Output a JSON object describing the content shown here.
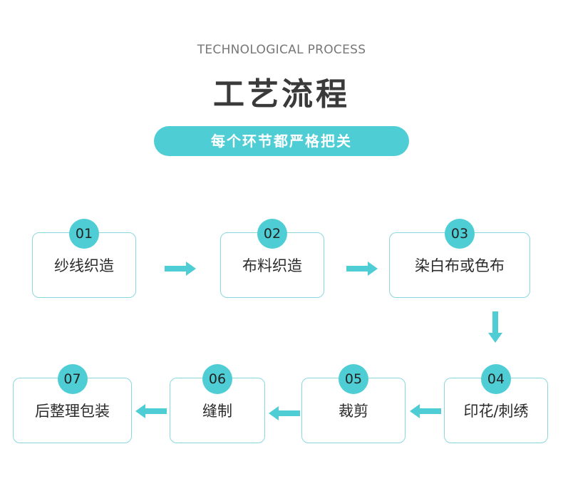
{
  "header": {
    "subtitle_en": "TECHNOLOGICAL PROCESS",
    "title_cn": "工艺流程",
    "tagline": "每个环节都严格把关"
  },
  "colors": {
    "accent": "#4ecdd5",
    "border": "#8ad8de",
    "title": "#3a3a3a"
  },
  "steps": [
    {
      "number": "01",
      "label": "纱线织造"
    },
    {
      "number": "02",
      "label": "布料织造"
    },
    {
      "number": "03",
      "label": "染白布或色布"
    },
    {
      "number": "04",
      "label": "印花/刺绣"
    },
    {
      "number": "05",
      "label": "裁剪"
    },
    {
      "number": "06",
      "label": "缝制"
    },
    {
      "number": "07",
      "label": "后整理包装"
    }
  ]
}
